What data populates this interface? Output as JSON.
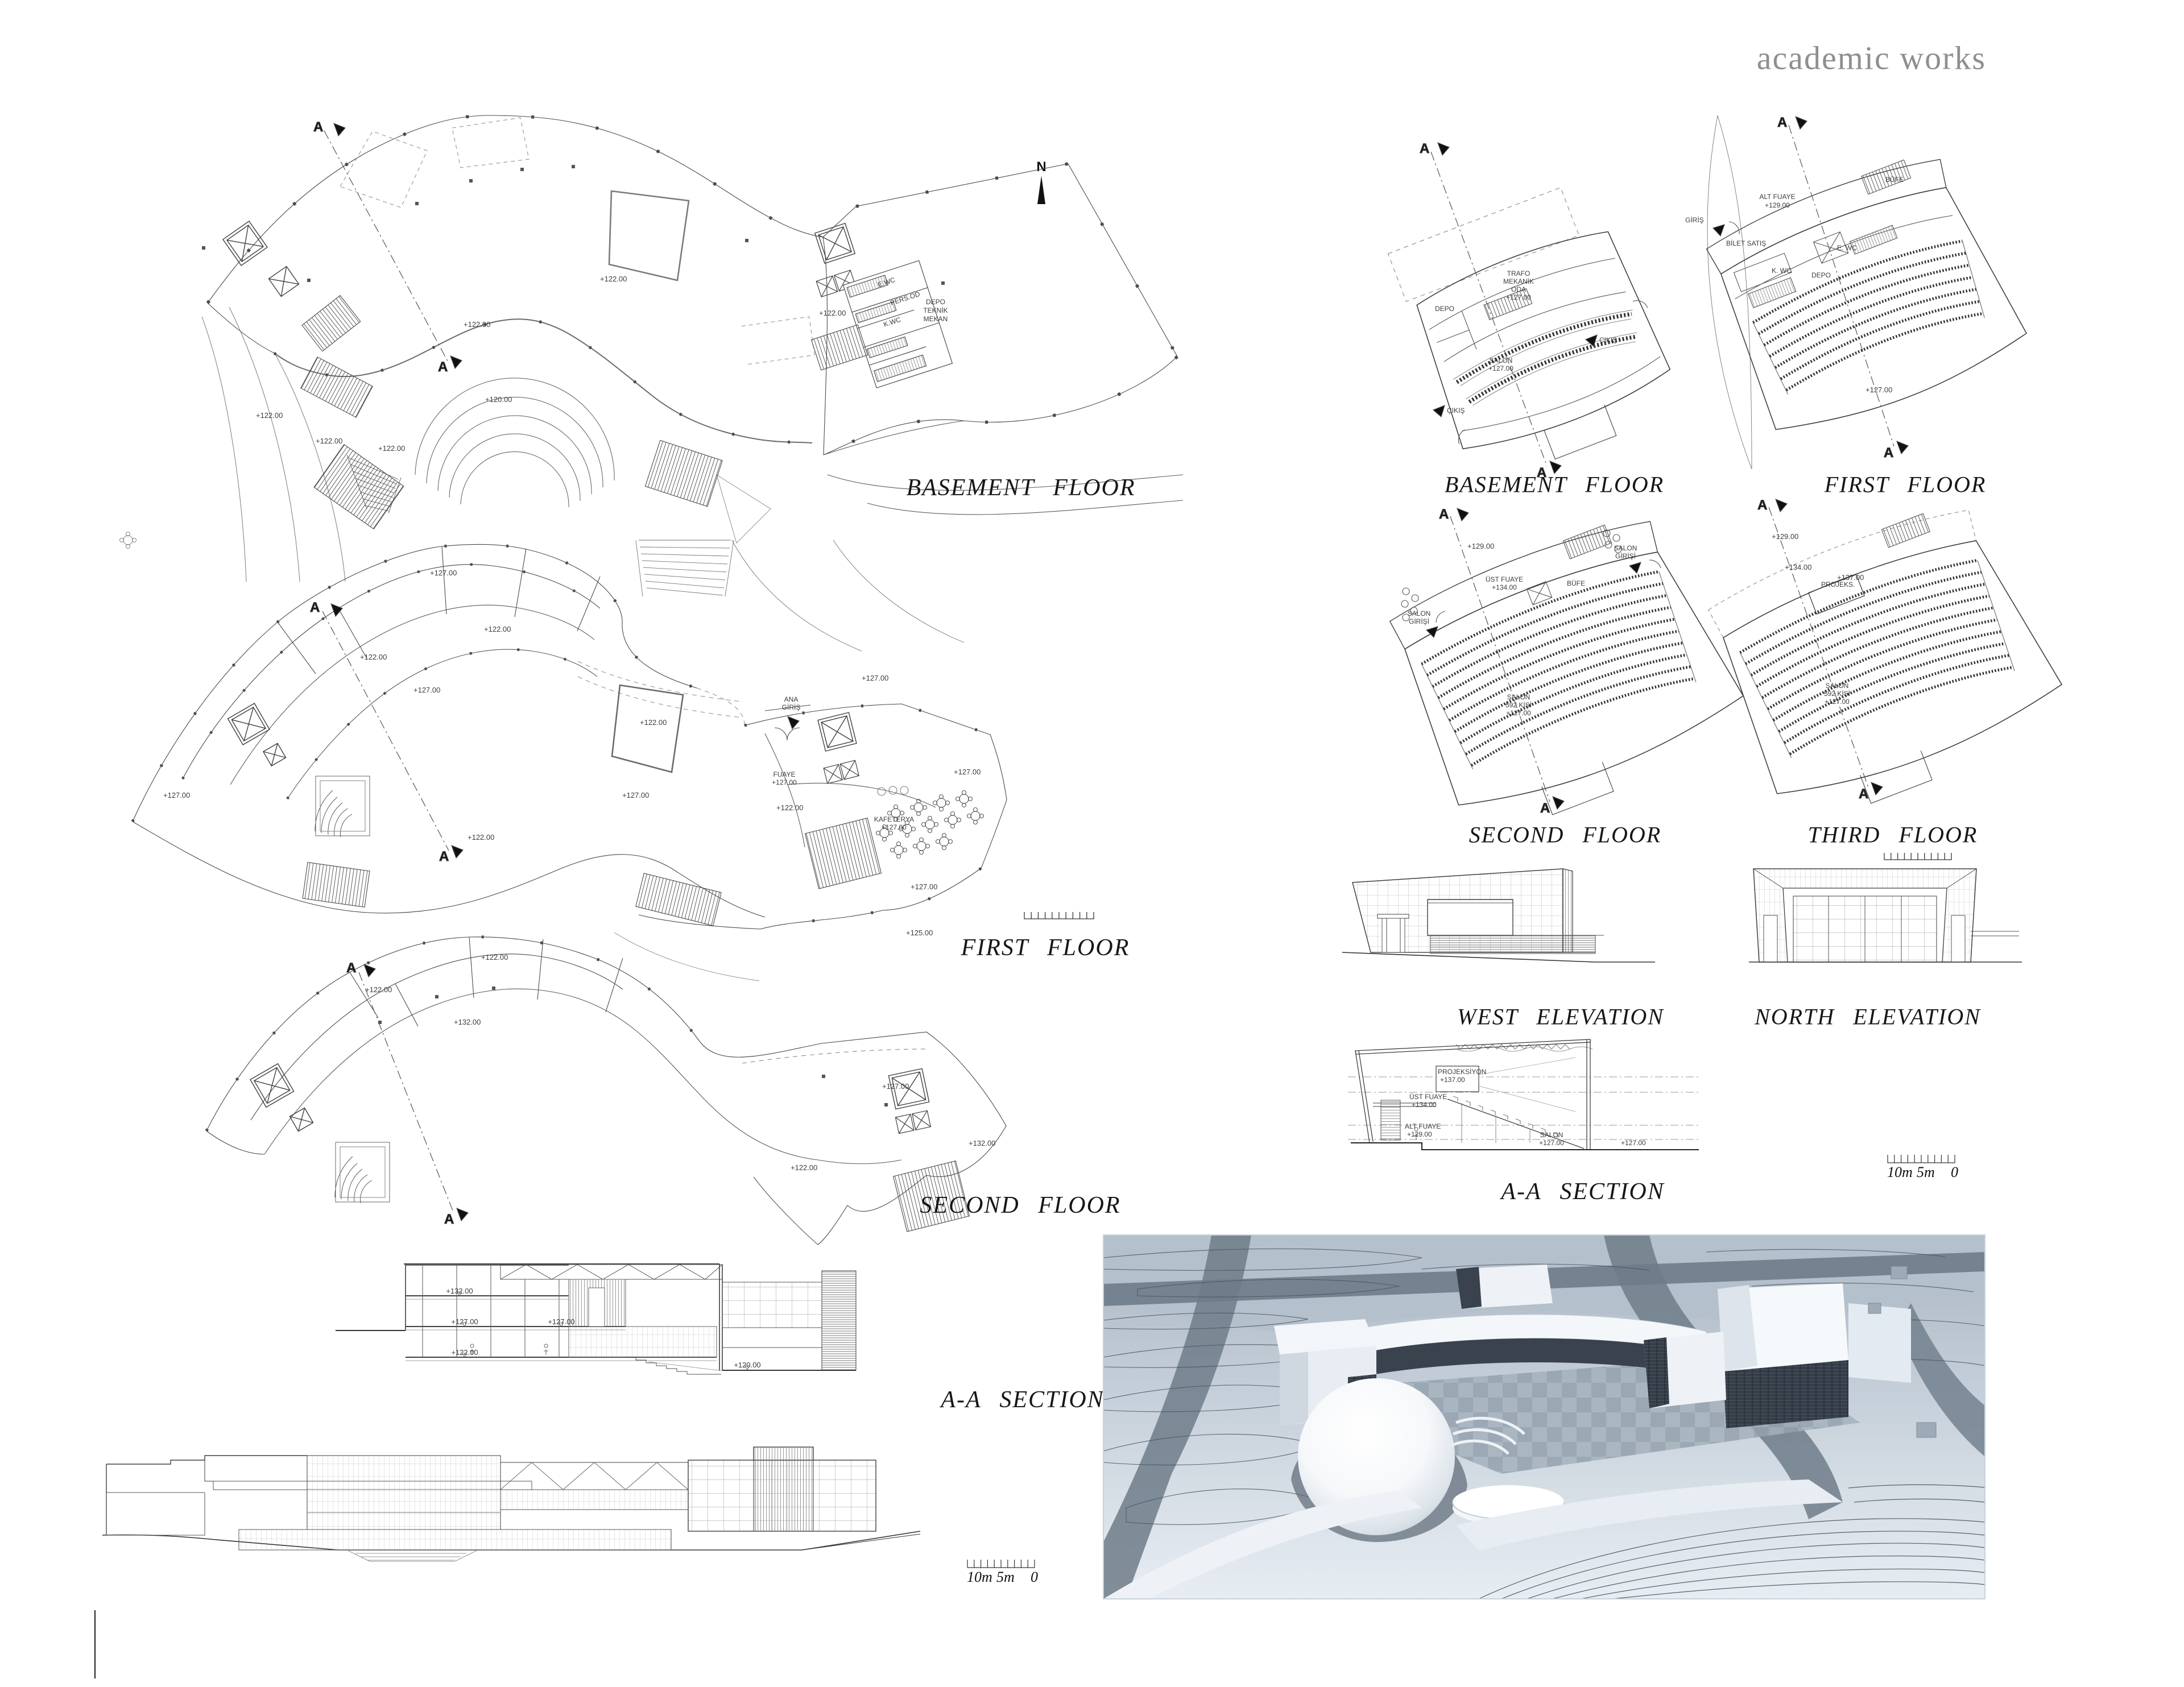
{
  "page": {
    "header": "academic works",
    "background": "#ffffff",
    "ink": "#4a4a4a",
    "title_ink": "#161616"
  },
  "north_arrow": {
    "label": "N"
  },
  "section_marker": "A",
  "lg_basement": {
    "title": "BASEMENT FLOOR",
    "lv_main": "+122.00",
    "lv_inner": "+122.00",
    "lv_amphi": "+120.00",
    "lv_path1": "+122.00",
    "lv_path2": "+122.00",
    "lv_path3": "+122.00",
    "lv_fan": "+122.00",
    "wc_e": "E.WC",
    "wc_pers": "PERS.OD",
    "wc_k": "K.WC",
    "depo_l1": "DEPO",
    "depo_l2": "TEKNİK",
    "depo_l3": "MEKAN"
  },
  "lg_first": {
    "title": "FIRST FLOOR",
    "lv_top": "+127.00",
    "lv_room1": "+122.00",
    "lv_room2": "+122.00",
    "lv_ring": "+127.00",
    "lv_left": "+127.00",
    "lv_court": "+122.00",
    "lv_mid": "+127.00",
    "lv_sky": "+122.00",
    "lv_entr": "+127.00",
    "lv_fan": "+127.00",
    "lv_low": "+122.00",
    "lv_br": "+127.00",
    "lv_edge": "+125.00",
    "entrance_l1": "ANA",
    "entrance_l2": "GİRİŞ",
    "foyer_l1": "FUAYE",
    "foyer_l2": "+127.00",
    "cafe_l1": "KAFETERYA",
    "cafe_l2": "+127.00"
  },
  "lg_second": {
    "title": "SECOND FLOOR",
    "lv_room1": "+122.00",
    "lv_room2": "+122.00",
    "lv_main": "+132.00",
    "lv_mid": "+127.00",
    "lv_right": "+132.00",
    "lv_low": "+122.00"
  },
  "lg_section": {
    "title": "A-A SECTION",
    "lv_132": "+132.00",
    "lv_127a": "+127.00",
    "lv_127b": "+127.00",
    "lv_122": "+122.00",
    "lv_120": "+120.00"
  },
  "long_elevation": {
    "scale_10": "10m",
    "scale_5": "5m",
    "scale_0": "0"
  },
  "sm_basement": {
    "title": "BASEMENT FLOOR",
    "room_l1": "TRAFO",
    "room_l2": "MEKANİK",
    "room_l3": "ODA",
    "room_l4": "+127.00",
    "depo": "DEPO",
    "salon_l1": "SALON",
    "salon_l2": "+127.00",
    "exit_right": "ÇIKIŞ",
    "exit_left": "ÇIKIŞ"
  },
  "sm_first": {
    "title": "FIRST FLOOR",
    "entry": "GİRİŞ",
    "foyer_l1": "ALT FUAYE",
    "foyer_l2": "+129.00",
    "ticket": "BİLET SATIŞ",
    "wc_k": "K. WC",
    "wc_e": "E. WC",
    "depo": "DEPO",
    "bufe": "BÜFE",
    "lv_salon": "+127.00"
  },
  "sm_second": {
    "title": "SECOND FLOOR",
    "lv_foyer": "+129.00",
    "door_r_l1": "SALON",
    "door_r_l2": "GİRİŞİ",
    "door_l_l1": "SALON",
    "door_l_l2": "GİRİŞİ",
    "upfoyer_l1": "ÜST FUAYE",
    "upfoyer_l2": "+134.00",
    "bufe": "BÜFE",
    "salon_l1": "SALON",
    "salon_l2": "592 KİŞİ",
    "salon_l3": "+127.00"
  },
  "sm_third": {
    "title": "THIRD FLOOR",
    "lv_129": "+129.00",
    "lv_134": "+134.00",
    "lv_137": "+137.00",
    "projeks": "PROJEKS.",
    "salon_l1": "SALON",
    "salon_l2": "592 KİŞİ",
    "salon_l3": "+127.00"
  },
  "west_elevation": {
    "title": "WEST ELEVATION"
  },
  "north_elevation": {
    "title": "NORTH ELEVATION"
  },
  "sm_section": {
    "title": "A-A SECTION",
    "proj_l1": "PROJEKSİYON",
    "proj_l2": "+137.00",
    "upfoyer_l1": "ÜST FUAYE",
    "upfoyer_l2": "+134.00",
    "lowfoyer_l1": "ALT FUAYE",
    "lowfoyer_l2": "+129.00",
    "salon_l1": "SALON",
    "salon_l2": "+127.00",
    "lv_ground": "+127.00",
    "scale_10": "10m",
    "scale_5": "5m",
    "scale_0": "0"
  }
}
